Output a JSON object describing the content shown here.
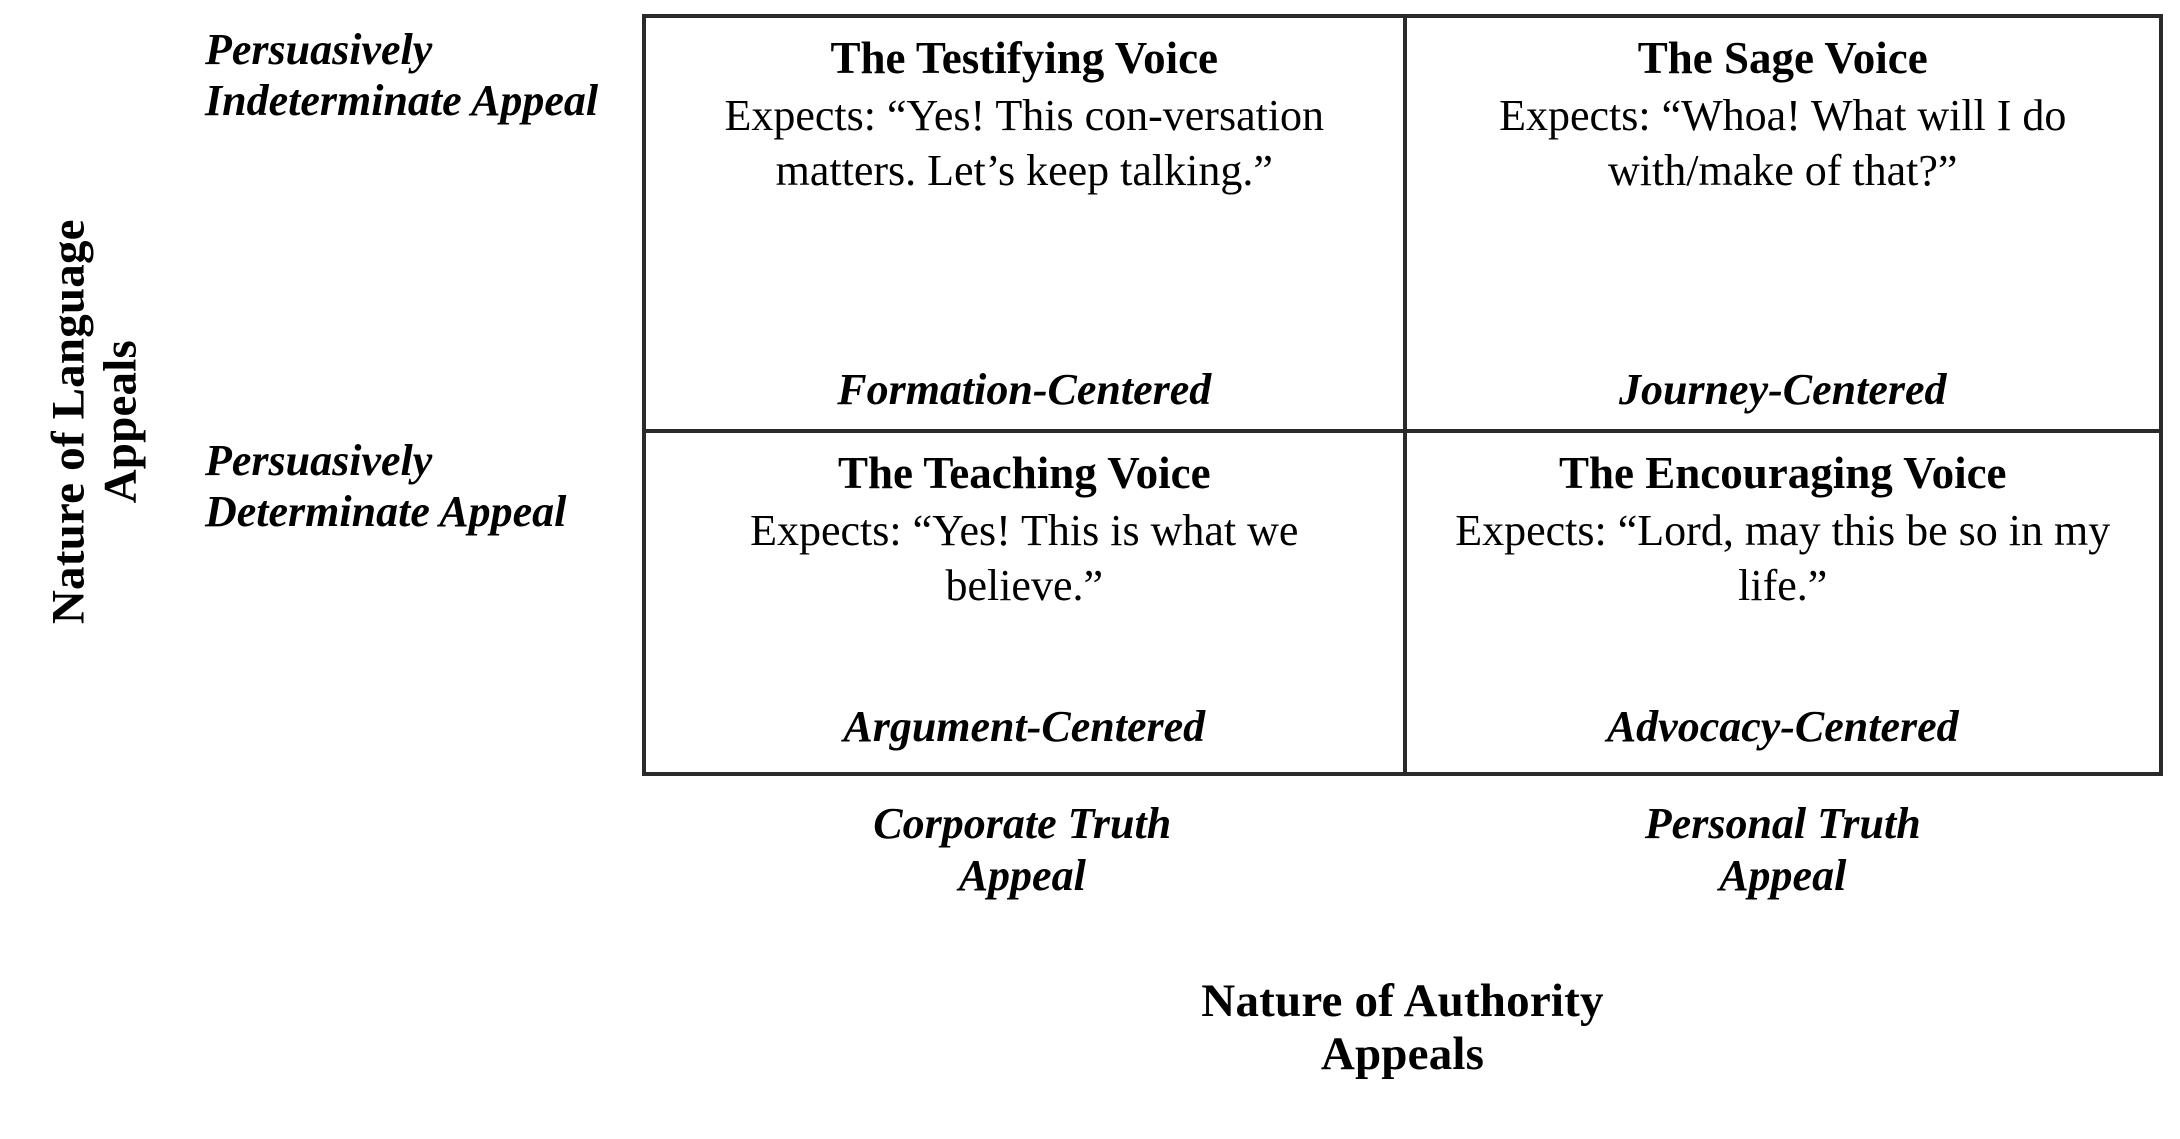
{
  "figure": {
    "type": "2x2-matrix",
    "y_axis_title": {
      "line1": "Nature of Language",
      "line2": "Appeals"
    },
    "x_axis_title": {
      "line1": "Nature of Authority",
      "line2": "Appeals"
    },
    "row_labels": [
      "Persuasively Indeterminate Appeal",
      "Persuasively Determinate Appeal"
    ],
    "column_labels": [
      {
        "line1": "Corporate Truth",
        "line2": "Appeal"
      },
      {
        "line1": "Personal Truth",
        "line2": "Appeal"
      }
    ],
    "cells": [
      {
        "title": "The Testifying Voice",
        "expects": "Expects: “Yes! This con-versation matters. Let’s keep talking.”",
        "kind": "Formation-Centered"
      },
      {
        "title": "The Sage Voice",
        "expects": "Expects: “Whoa! What will I do with/make of that?”",
        "kind": "Journey-Centered"
      },
      {
        "title": "The Teaching Voice",
        "expects": "Expects: “Yes! This is what we believe.”",
        "kind": "Argument-Centered"
      },
      {
        "title": "The Encouraging Voice",
        "expects": "Expects: “Lord, may this be so in my life.”",
        "kind": "Advocacy-Centered"
      }
    ],
    "colors": {
      "border": "#2a2a2a",
      "text": "#000000",
      "background": "#ffffff"
    }
  }
}
